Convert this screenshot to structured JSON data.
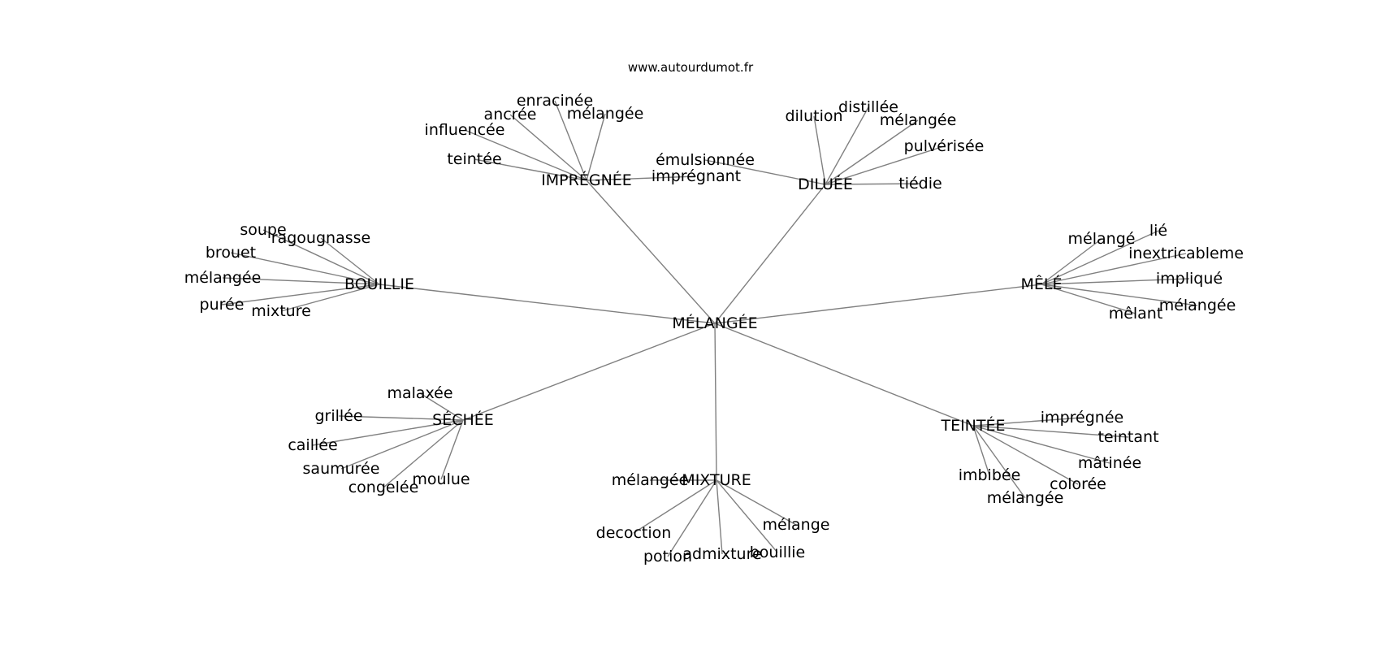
{
  "site": "www.autourdumot.fr",
  "edge_color": "#808080",
  "center": {
    "id": "c",
    "label": "MÉLANGÉE"
  },
  "hubs": [
    {
      "id": "h_impregnee",
      "label": "IMPRÉGNÉE",
      "leaves": [
        {
          "id": "l_enracinee",
          "label": "enracinée"
        },
        {
          "id": "l_ancree",
          "label": "ancrée"
        },
        {
          "id": "l_melangee_1",
          "label": "mélangée"
        },
        {
          "id": "l_influencee",
          "label": "influencée"
        },
        {
          "id": "l_teintee",
          "label": "teintée"
        },
        {
          "id": "l_impregnant",
          "label": "imprégnant"
        }
      ]
    },
    {
      "id": "h_diluee",
      "label": "DILUÉE",
      "leaves": [
        {
          "id": "l_dilution",
          "label": "dilution"
        },
        {
          "id": "l_distillee",
          "label": "distillée"
        },
        {
          "id": "l_melangee_2",
          "label": "mélangée"
        },
        {
          "id": "l_pulverisee",
          "label": "pulvérisée"
        },
        {
          "id": "l_emulsionnee",
          "label": "émulsionnée"
        },
        {
          "id": "l_tiedie",
          "label": "tiédie"
        }
      ]
    },
    {
      "id": "h_bouillie",
      "label": "BOUILLIE",
      "leaves": [
        {
          "id": "l_soupe",
          "label": "soupe"
        },
        {
          "id": "l_ragougnasse",
          "label": "ragougnasse"
        },
        {
          "id": "l_brouet",
          "label": "brouet"
        },
        {
          "id": "l_melangee_3",
          "label": "mélangée"
        },
        {
          "id": "l_puree",
          "label": "purée"
        },
        {
          "id": "l_mixture",
          "label": "mixture"
        }
      ]
    },
    {
      "id": "h_mele",
      "label": "MÊLÉ",
      "leaves": [
        {
          "id": "l_melange_m",
          "label": "mélangé"
        },
        {
          "id": "l_lie",
          "label": "lié"
        },
        {
          "id": "l_inextricableme",
          "label": "inextricableme"
        },
        {
          "id": "l_implique",
          "label": "impliqué"
        },
        {
          "id": "l_melangee_4",
          "label": "mélangée"
        },
        {
          "id": "l_melant",
          "label": "mêlant"
        }
      ]
    },
    {
      "id": "h_sechee",
      "label": "SÉCHÉE",
      "leaves": [
        {
          "id": "l_malaxee",
          "label": "malaxée"
        },
        {
          "id": "l_grillee",
          "label": "grillée"
        },
        {
          "id": "l_caillee",
          "label": "caillée"
        },
        {
          "id": "l_saumuree",
          "label": "saumurée"
        },
        {
          "id": "l_congelee",
          "label": "congelée"
        },
        {
          "id": "l_moulue",
          "label": "moulue"
        }
      ]
    },
    {
      "id": "h_mixture",
      "label": "MIXTURE",
      "leaves": [
        {
          "id": "l_melangee_5",
          "label": "mélangée"
        },
        {
          "id": "l_decoction",
          "label": "decoction"
        },
        {
          "id": "l_potion",
          "label": "potion"
        },
        {
          "id": "l_admixture",
          "label": "admixture"
        },
        {
          "id": "l_bouillie",
          "label": "bouillie"
        },
        {
          "id": "l_melange_x",
          "label": "mélange"
        }
      ]
    },
    {
      "id": "h_teintee",
      "label": "TEINTÉE",
      "leaves": [
        {
          "id": "l_impregnee",
          "label": "imprégnée"
        },
        {
          "id": "l_teintant",
          "label": "teintant"
        },
        {
          "id": "l_matinee",
          "label": "mâtinée"
        },
        {
          "id": "l_imbibee",
          "label": "imbibée"
        },
        {
          "id": "l_coloree",
          "label": "colorée"
        },
        {
          "id": "l_melangee_6",
          "label": "mélangée"
        }
      ]
    }
  ]
}
